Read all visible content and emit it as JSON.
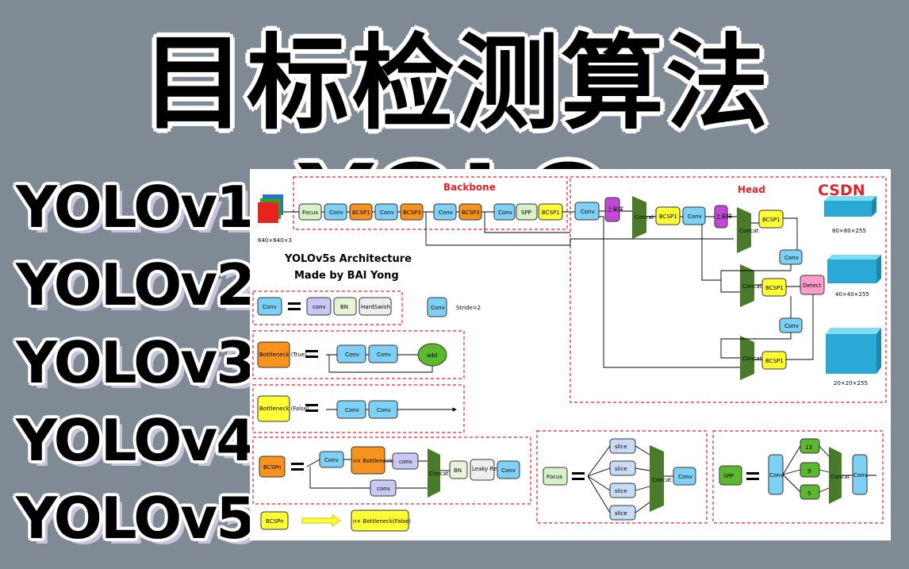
{
  "title": "目标检测算法YOLO",
  "versions": [
    "YOLOv1",
    "YOLOv2",
    "YOLOv3",
    "YOLOv4",
    "YOLOv5"
  ],
  "diagram": {
    "backbone_label": "Backbone",
    "head_label": "Head",
    "csdn_logo": "CSDN",
    "input_size": "640×640×3",
    "arch_title": "YOLOv5s Architecture",
    "arch_author": "Made by BAI Yong",
    "backbone_blocks": [
      "Focus",
      "Conv",
      "BCSP1",
      "Conv",
      "BCSP3",
      "Conv",
      "BCSP3",
      "Conv",
      "SPP",
      "BCSP1"
    ],
    "head_blocks": [
      "Conv",
      "上采样",
      "Concat",
      "BCSP1",
      "Conv",
      "上采样",
      "Concat",
      "BCSP1",
      "Conv",
      "Concat",
      "BCSP1",
      "Detect",
      "Conv",
      "Concat",
      "BCSP1"
    ],
    "output_sizes": [
      "80×80×255",
      "40×40×255",
      "20×20×255"
    ],
    "legend_conv": [
      "Conv",
      "conv",
      "BN",
      "HardSwish"
    ],
    "stride_label": "Stride=2",
    "bottleneck_true": [
      "Bottleneck (True)",
      "Conv",
      "Conv",
      "add"
    ],
    "bottleneck_false": [
      "Bottleneck (False)",
      "Conv",
      "Conv"
    ],
    "bcspn": [
      "BCSPn",
      "Conv",
      "n× Bottleneck (True)",
      "conv",
      "conv",
      "Concat",
      "BN",
      "Leaky Relu",
      "Conv"
    ],
    "bcspn_eq": [
      "BCSPn",
      "n× Bottleneck(False)"
    ],
    "focus": [
      "Focus",
      "slice",
      "slice",
      "slice",
      "slice",
      "Concat",
      "Conv"
    ],
    "spp": [
      "SPP",
      "Conv",
      "13",
      "9",
      "5",
      "Concat",
      "Conv"
    ]
  },
  "colors": {
    "conv": "#7fd0f5",
    "bcsp": "#f7931e",
    "bcsp1": "#ffff33",
    "concat": "#4a7b2a",
    "up": "#c04ad6",
    "detect": "#ff9ecb",
    "cube": "#2aa9d6",
    "dash": "#d9262c",
    "bg": "#7f8a94"
  }
}
